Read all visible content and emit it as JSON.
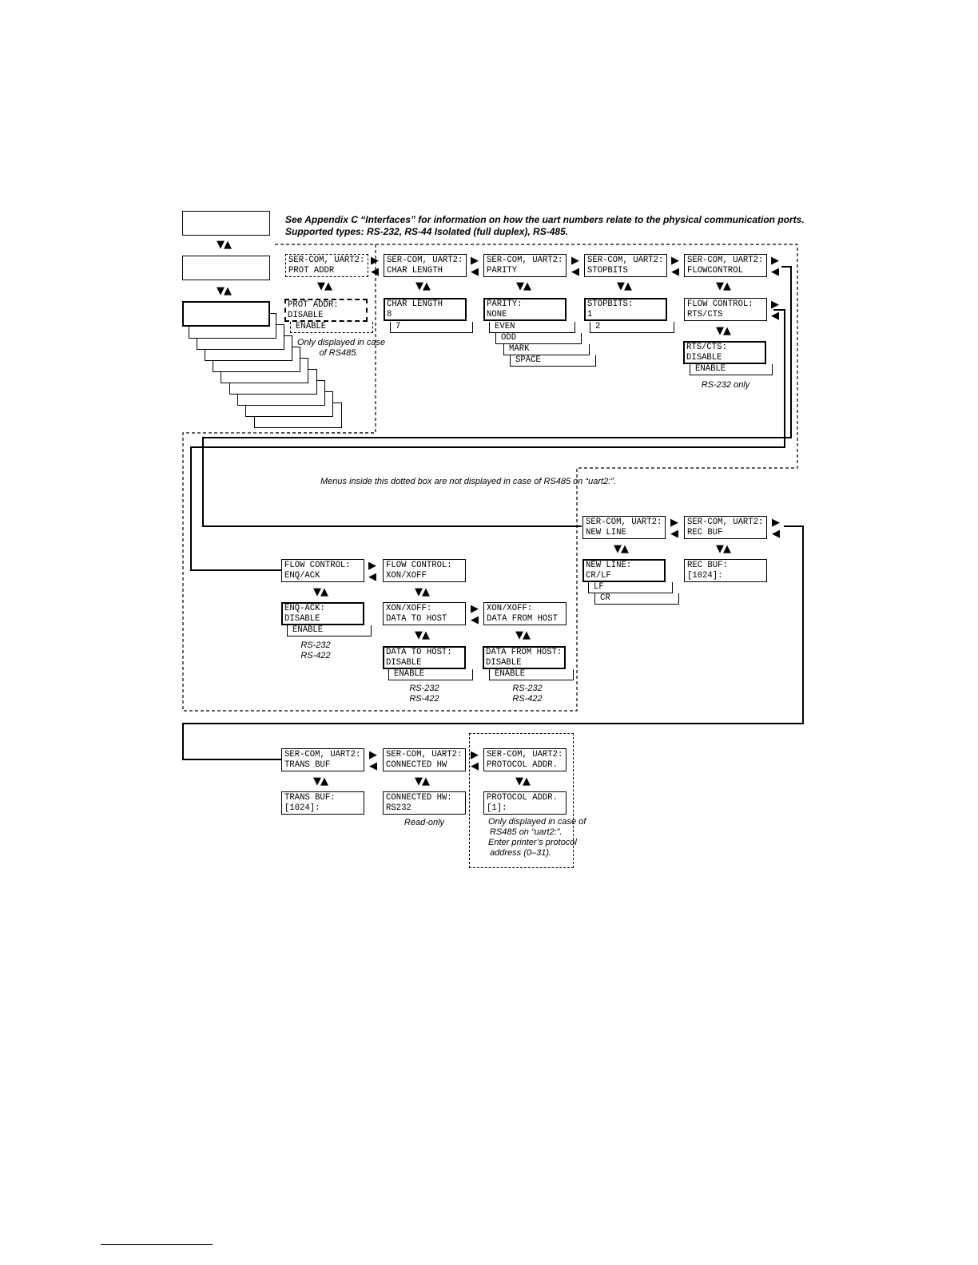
{
  "header": {
    "line1": "See Appendix C “Interfaces” for information on how the uart numbers relate to the physical communication ports.",
    "line2": "Supported types:  RS-232, RS-44 Isolated (full duplex), RS-485."
  },
  "icons": {
    "right": "▶",
    "left": "◀",
    "updown": "▼▲"
  },
  "menus": {
    "prot_addr": [
      "SER-COM, UART2:",
      "PROT ADDR"
    ],
    "char_length": [
      "SER-COM, UART2:",
      "CHAR LENGTH"
    ],
    "parity": [
      "SER-COM, UART2:",
      "PARITY"
    ],
    "stopbits": [
      "SER-COM, UART2:",
      "STOPBITS"
    ],
    "flowcontrol": [
      "SER-COM, UART2:",
      "FLOWCONTROL"
    ],
    "new_line": [
      "SER-COM, UART2:",
      "NEW LINE"
    ],
    "rec_buf": [
      "SER-COM, UART2:",
      "REC BUF"
    ],
    "trans_buf": [
      "SER-COM, UART2:",
      "TRANS BUF"
    ],
    "connected_hw": [
      "SER-COM, UART2:",
      "CONNECTED HW"
    ],
    "protocol_addr": [
      "SER-COM, UART2:",
      "PROTOCOL ADDR."
    ]
  },
  "settings": {
    "prot_addr": {
      "lines": [
        "PROT ADDR:",
        "DISABLE"
      ],
      "options": [
        "ENABLE"
      ]
    },
    "char_length": {
      "lines": [
        "CHAR LENGTH",
        "8"
      ],
      "options": [
        "7"
      ]
    },
    "parity": {
      "lines": [
        "PARITY:",
        "NONE"
      ],
      "options": [
        "EVEN",
        "ODD",
        "MARK",
        "SPACE"
      ]
    },
    "stopbits": {
      "lines": [
        "STOPBITS:",
        "1"
      ],
      "options": [
        "2"
      ]
    },
    "flow_control": {
      "lines": [
        "FLOW CONTROL:",
        "RTS/CTS"
      ]
    },
    "rts_cts": {
      "lines": [
        "RTS/CTS:",
        "DISABLE"
      ],
      "options": [
        "ENABLE"
      ]
    },
    "flow_enq": {
      "lines": [
        "FLOW CONTROL:",
        "ENQ/ACK"
      ]
    },
    "flow_xon": {
      "lines": [
        "FLOW CONTROL:",
        "XON/XOFF"
      ]
    },
    "enq_ack": {
      "lines": [
        "ENQ-ACK:",
        "DISABLE"
      ],
      "options": [
        "ENABLE"
      ]
    },
    "xon_to_host": {
      "lines": [
        "XON/XOFF:",
        "DATA TO HOST"
      ]
    },
    "xon_from_host": {
      "lines": [
        "XON/XOFF:",
        "DATA FROM HOST"
      ]
    },
    "data_to_host": {
      "lines": [
        "DATA TO HOST:",
        "DISABLE"
      ],
      "options": [
        "ENABLE"
      ]
    },
    "data_from_host": {
      "lines": [
        "DATA FROM HOST:",
        "DISABLE"
      ],
      "options": [
        "ENABLE"
      ]
    },
    "new_line": {
      "lines": [
        "NEW LINE:",
        "CR/LF"
      ],
      "options": [
        "LF",
        "CR"
      ]
    },
    "rec_buf": {
      "lines": [
        "REC BUF:",
        "[1024]:"
      ]
    },
    "trans_buf": {
      "lines": [
        "TRANS BUF:",
        "[1024]:"
      ]
    },
    "connected_hw": {
      "lines": [
        "CONNECTED HW:",
        "RS232"
      ]
    },
    "protocol_addr": {
      "lines": [
        "PROTOCOL ADDR.",
        "[1]:"
      ]
    }
  },
  "notes": {
    "rs485_only": [
      "Only displayed in case",
      "of RS485."
    ],
    "rs232_only": "RS-232 only",
    "dotted_box": "Menus inside this dotted box are not displayed in case of RS485 on “uart2:”.",
    "enq_ack": [
      "RS-232",
      "RS-422"
    ],
    "to_host": [
      "RS-232",
      "RS-422"
    ],
    "from_host": [
      "RS-232",
      "RS-422"
    ],
    "read_only": "Read-only",
    "protocol_addr": [
      "Only displayed in case of",
      "RS485 on “uart2:”.",
      "Enter printer’s protocol",
      "address (0–31)."
    ]
  }
}
